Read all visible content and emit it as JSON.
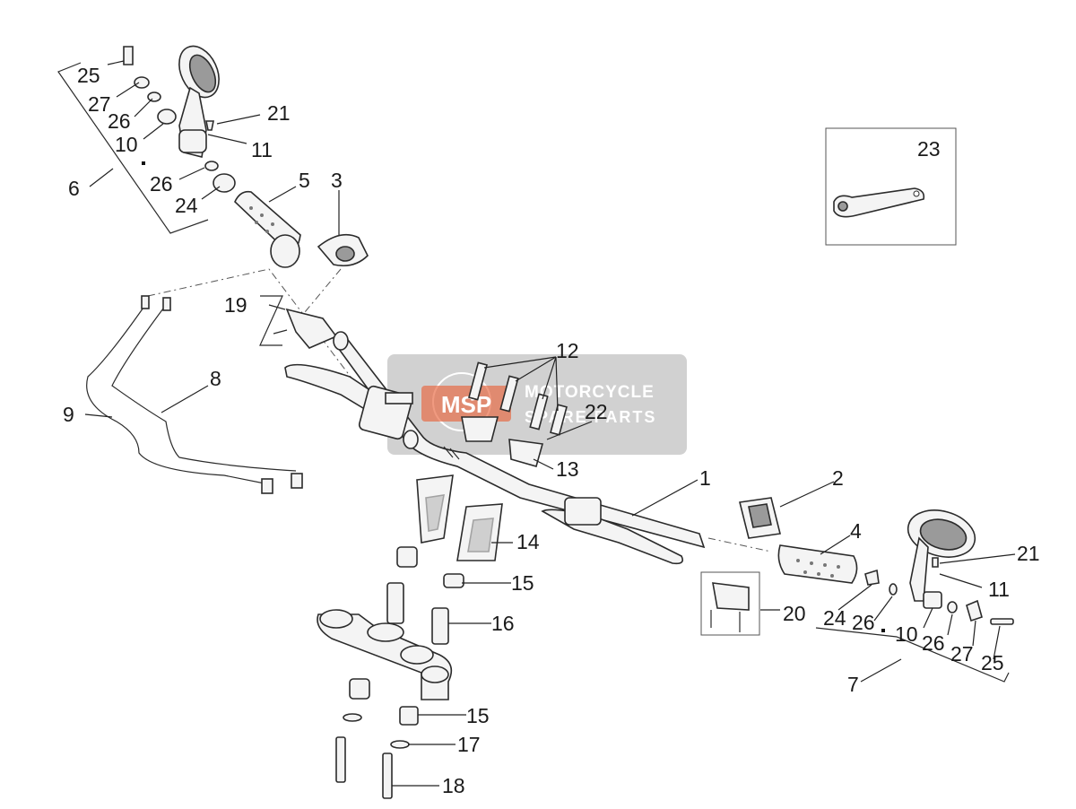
{
  "callouts": {
    "c1": "1",
    "c2": "2",
    "c3": "3",
    "c4": "4",
    "c5": "5",
    "c6": "6",
    "c7": "7",
    "c8": "8",
    "c9": "9",
    "c10a": "10",
    "c10b": "10",
    "c11a": "11",
    "c11b": "11",
    "c12": "12",
    "c13": "13",
    "c14": "14",
    "c15a": "15",
    "c15b": "15",
    "c16": "16",
    "c17": "17",
    "c18": "18",
    "c19": "19",
    "c20": "20",
    "c21a": "21",
    "c21b": "21",
    "c22": "22",
    "c23": "23",
    "c24a": "24",
    "c24b": "24",
    "c25a": "25",
    "c25b": "25",
    "c26a": "26",
    "c26b": "26",
    "c26c": "26",
    "c26d": "26",
    "c27a": "27",
    "c27b": "27"
  },
  "watermark": {
    "logo": "MSP",
    "line1": "MOTORCYCLE",
    "line2": "SPARE PARTS"
  },
  "colors": {
    "watermark_bg": "#c9c9c9",
    "watermark_accent": "#e8643c"
  }
}
